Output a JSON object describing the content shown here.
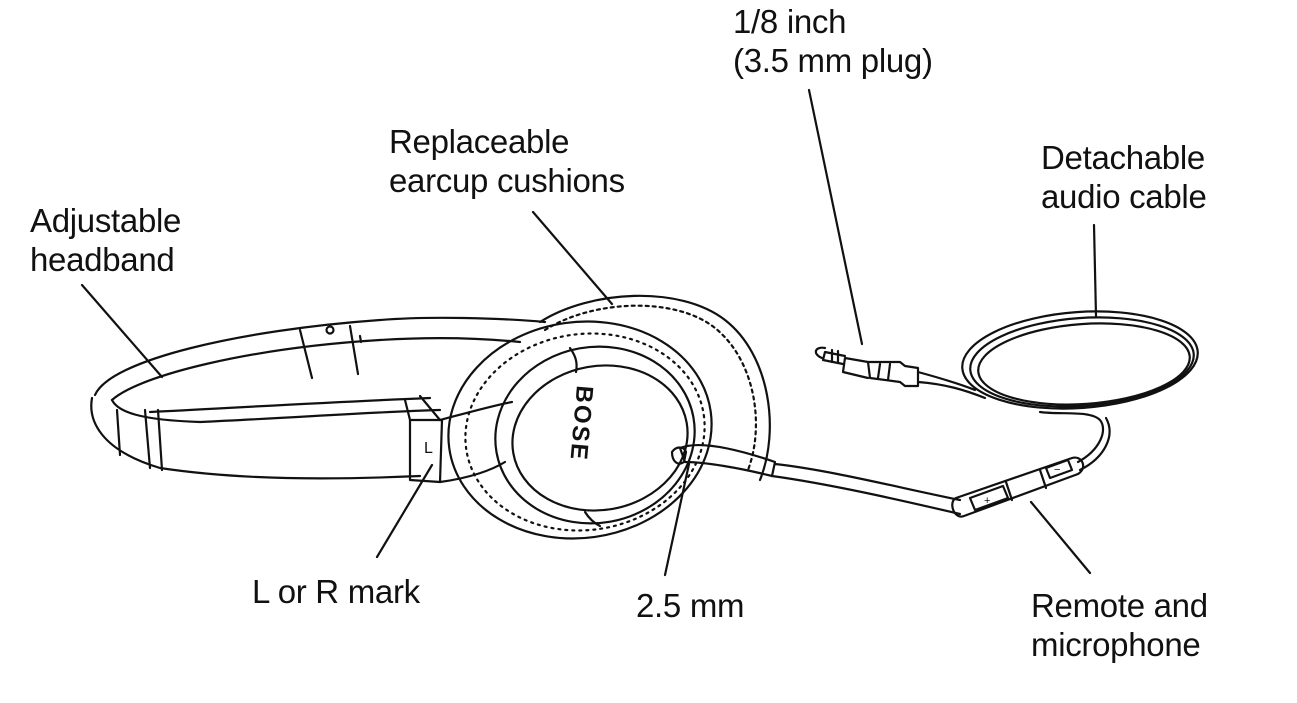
{
  "diagram": {
    "labels": {
      "plug": [
        "1/8 inch",
        "(3.5 mm plug)"
      ],
      "cushions": [
        "Replaceable",
        "earcup cushions"
      ],
      "cable": [
        "Detachable",
        "audio cable"
      ],
      "headband": [
        "Adjustable",
        "headband"
      ],
      "mark": [
        "L or R mark"
      ],
      "jack": [
        "2.5 mm"
      ],
      "remote": [
        "Remote and",
        "microphone"
      ]
    },
    "earcup_logo": "BOSE",
    "side_mark": "L",
    "remote_buttons": [
      "+",
      "−"
    ]
  }
}
